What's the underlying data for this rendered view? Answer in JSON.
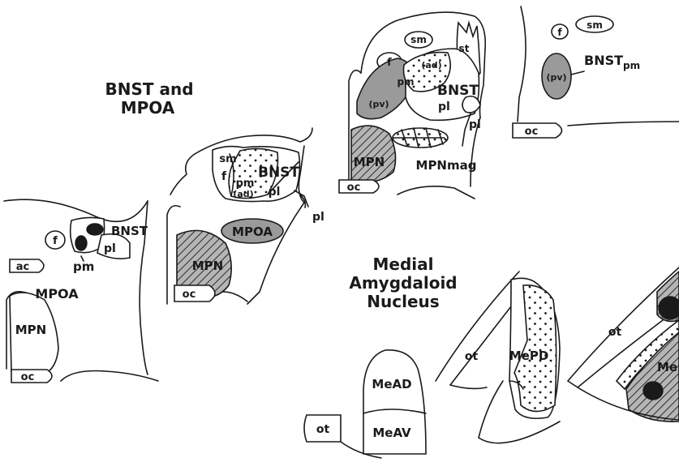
{
  "headings": {
    "bnst_mpoa_line1": "BNST and",
    "bnst_mpoa_line2": "MPOA",
    "medial_line1": "Medial",
    "medial_line2": "Amygdaloid",
    "medial_line3": "Nucleus"
  },
  "panel1": {
    "f": "f",
    "bnst": "BNST",
    "pl": "pl",
    "pm": "pm",
    "ac": "ac",
    "mpoa": "MPOA",
    "mpn": "MPN",
    "oc": "oc"
  },
  "panel2": {
    "sm": "sm",
    "f": "f",
    "bnst": "BNST",
    "pm": "pm",
    "ad": "(ad)",
    "pl": "pl",
    "pl_out": "pl",
    "mpoa": "MPOA",
    "mpn": "MPN",
    "oc": "oc"
  },
  "panel3": {
    "sm": "sm",
    "f": "f",
    "ad": "(ad)",
    "pm": "pm",
    "st": "st",
    "pv": "(pv)",
    "bnst": "BNST",
    "pl": "pl",
    "pl_out": "pl",
    "mpn": "MPN",
    "mpnmag": "MPNmag",
    "oc": "oc"
  },
  "panel4": {
    "f": "f",
    "sm": "sm",
    "bnst": "BNST",
    "bnst_sub": "pm",
    "pv": "(pv)",
    "oc": "oc"
  },
  "amygdala": {
    "meAD": "MeAD",
    "meAV": "MeAV",
    "ot1": "ot",
    "ot2": "ot",
    "mePD": "MePD",
    "ot3": "ot",
    "mePD2": "MePD"
  }
}
